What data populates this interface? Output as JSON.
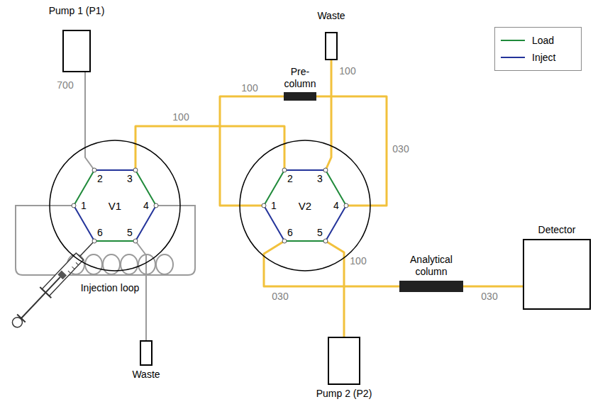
{
  "diagram": {
    "nodes": [
      {
        "text": [
          "Pump 1 (P1)"
        ]
      },
      {
        "text": [
          "Waste"
        ]
      },
      {
        "text": [
          "Pre- column"
        ]
      },
      {
        "text": [
          "V1"
        ]
      },
      {
        "text": [
          "V2"
        ]
      },
      {
        "text": [
          "Analytical column"
        ]
      },
      {
        "text": [
          "Detector"
        ]
      },
      {
        "text": [
          "Waste"
        ]
      },
      {
        "text": [
          "Pump 2 (P2)"
        ]
      }
    ],
    "edges": [
      {
        "from": 0,
        "to": 3,
        "arrow": "none"
      },
      {
        "from": 3,
        "to": 4,
        "arrow": "none"
      },
      {
        "from": 4,
        "to": 2,
        "arrow": "none"
      },
      {
        "from": 2,
        "to": 4,
        "arrow": "none"
      },
      {
        "from": 4,
        "to": 1,
        "arrow": "none"
      },
      {
        "from": 8,
        "to": 4,
        "arrow": "none"
      },
      {
        "from": 4,
        "to": 5,
        "arrow": "none"
      },
      {
        "from": 5,
        "to": 6,
        "arrow": "none"
      },
      {
        "from": 3,
        "to": 7,
        "arrow": "none"
      }
    ],
    "labels": [
      "1",
      "2",
      "3",
      "4",
      "5",
      "6",
      "1",
      "2",
      "3",
      "4",
      "5",
      "6",
      "700",
      "100",
      "100",
      "100",
      "030",
      "100",
      "030",
      "030",
      "Injection loop"
    ],
    "legend": [
      {
        "text": "Load"
      },
      {
        "text": "Inject"
      }
    ]
  }
}
